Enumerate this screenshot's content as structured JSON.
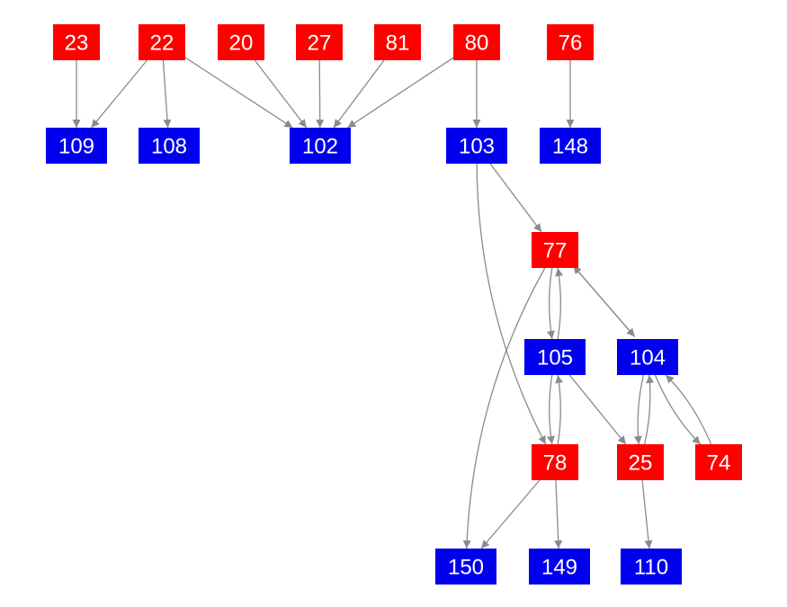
{
  "colors": {
    "red_node": "#ff0000",
    "blue_node": "#0000ee",
    "edge": "#8a8a8a",
    "label": "#ffffff",
    "background": "#ffffff"
  },
  "nodes": [
    {
      "id": "23",
      "label": "23",
      "kind": "red"
    },
    {
      "id": "22",
      "label": "22",
      "kind": "red"
    },
    {
      "id": "20",
      "label": "20",
      "kind": "red"
    },
    {
      "id": "27",
      "label": "27",
      "kind": "red"
    },
    {
      "id": "81",
      "label": "81",
      "kind": "red"
    },
    {
      "id": "80",
      "label": "80",
      "kind": "red"
    },
    {
      "id": "76",
      "label": "76",
      "kind": "red"
    },
    {
      "id": "109",
      "label": "109",
      "kind": "blue"
    },
    {
      "id": "108",
      "label": "108",
      "kind": "blue"
    },
    {
      "id": "102",
      "label": "102",
      "kind": "blue"
    },
    {
      "id": "103",
      "label": "103",
      "kind": "blue"
    },
    {
      "id": "148",
      "label": "148",
      "kind": "blue"
    },
    {
      "id": "77",
      "label": "77",
      "kind": "red"
    },
    {
      "id": "105",
      "label": "105",
      "kind": "blue"
    },
    {
      "id": "104",
      "label": "104",
      "kind": "blue"
    },
    {
      "id": "78",
      "label": "78",
      "kind": "red"
    },
    {
      "id": "25",
      "label": "25",
      "kind": "red"
    },
    {
      "id": "74",
      "label": "74",
      "kind": "red"
    },
    {
      "id": "150",
      "label": "150",
      "kind": "blue"
    },
    {
      "id": "149",
      "label": "149",
      "kind": "blue"
    },
    {
      "id": "110",
      "label": "110",
      "kind": "blue"
    }
  ],
  "edges": [
    {
      "from": "23",
      "to": "109"
    },
    {
      "from": "22",
      "to": "109"
    },
    {
      "from": "22",
      "to": "108"
    },
    {
      "from": "22",
      "to": "102"
    },
    {
      "from": "20",
      "to": "102"
    },
    {
      "from": "27",
      "to": "102"
    },
    {
      "from": "81",
      "to": "102"
    },
    {
      "from": "80",
      "to": "102"
    },
    {
      "from": "80",
      "to": "103"
    },
    {
      "from": "76",
      "to": "148"
    },
    {
      "from": "103",
      "to": "77"
    },
    {
      "from": "103",
      "to": "78"
    },
    {
      "from": "77",
      "to": "105"
    },
    {
      "from": "105",
      "to": "77"
    },
    {
      "from": "77",
      "to": "104"
    },
    {
      "from": "104",
      "to": "77"
    },
    {
      "from": "77",
      "to": "150"
    },
    {
      "from": "105",
      "to": "78"
    },
    {
      "from": "78",
      "to": "105"
    },
    {
      "from": "105",
      "to": "25"
    },
    {
      "from": "104",
      "to": "25"
    },
    {
      "from": "25",
      "to": "104"
    },
    {
      "from": "104",
      "to": "74"
    },
    {
      "from": "74",
      "to": "104"
    },
    {
      "from": "78",
      "to": "150"
    },
    {
      "from": "78",
      "to": "149"
    },
    {
      "from": "25",
      "to": "110"
    }
  ]
}
